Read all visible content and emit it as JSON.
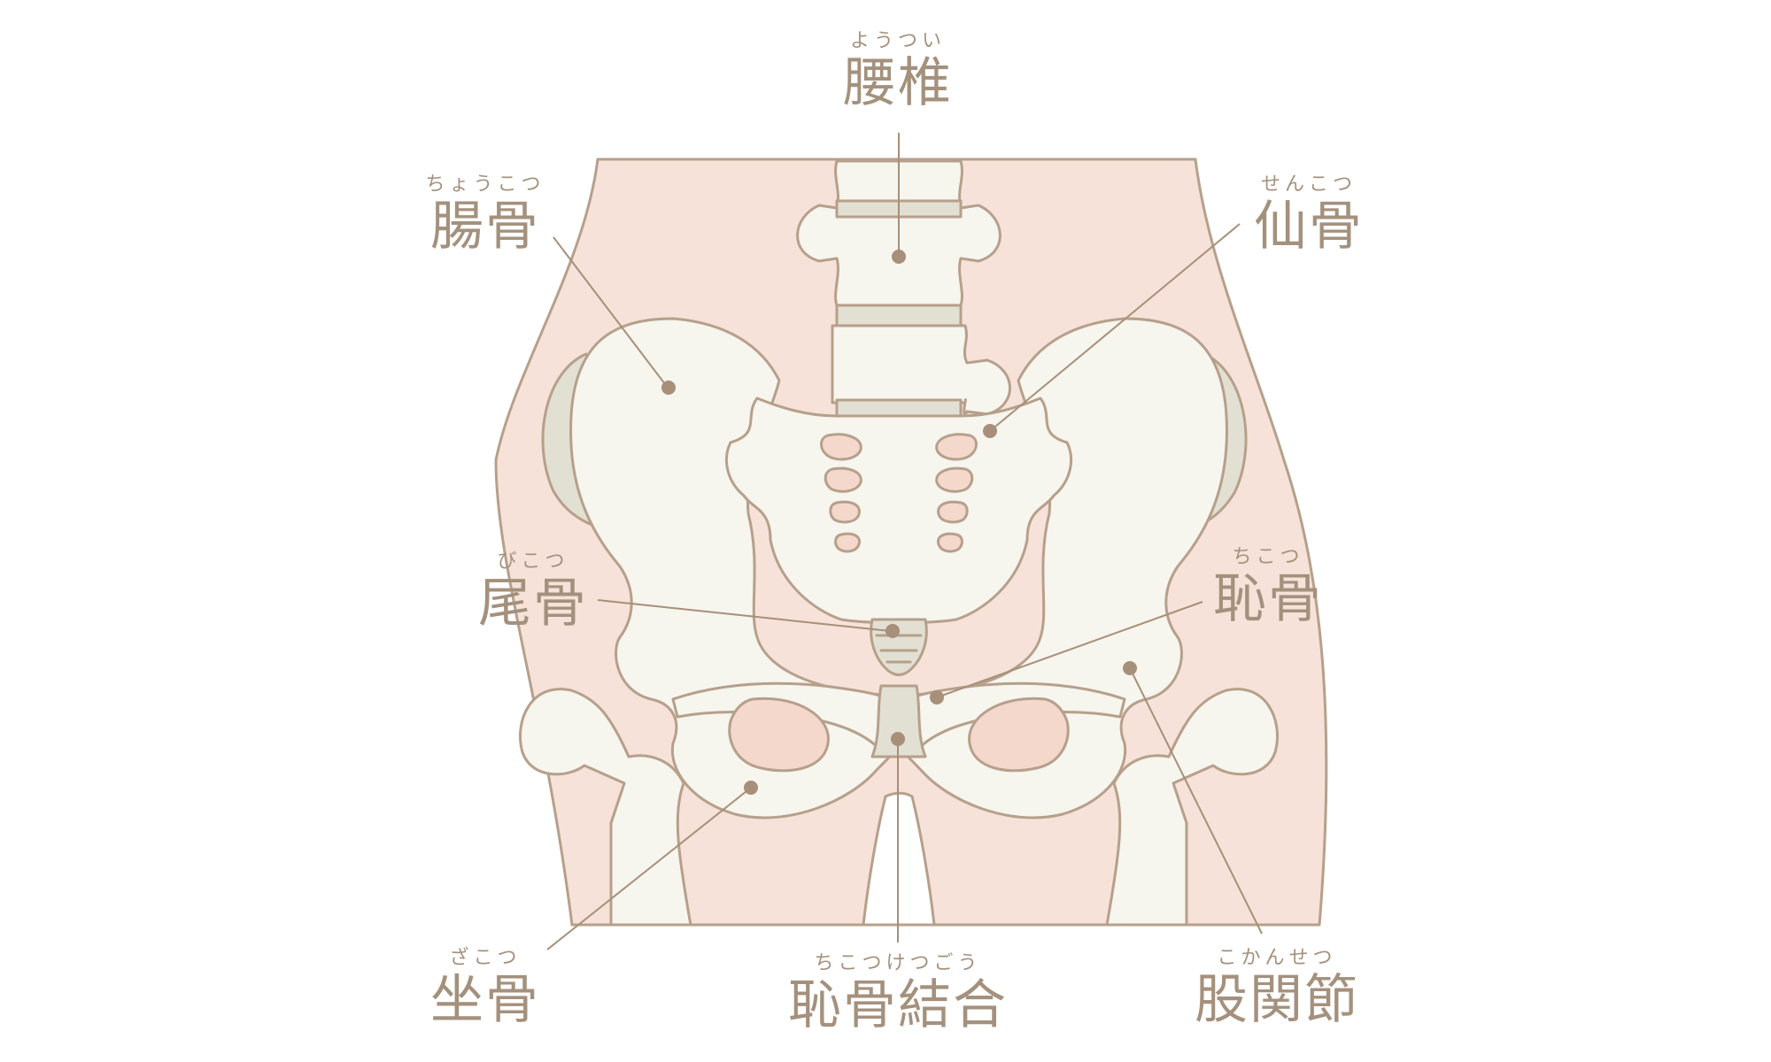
{
  "labels": {
    "lumbar": {
      "ruby": "ようつい",
      "text": "腰椎"
    },
    "ilium": {
      "ruby": "ちょうこつ",
      "text": "腸骨"
    },
    "sacrum": {
      "ruby": "せんこつ",
      "text": "仙骨"
    },
    "coccyx": {
      "ruby": "びこつ",
      "text": "尾骨"
    },
    "pubis": {
      "ruby": "ちこつ",
      "text": "恥骨"
    },
    "ischium": {
      "ruby": "ざこつ",
      "text": "坐骨"
    },
    "symphysis": {
      "ruby": "ちこつけつごう",
      "text": "恥骨結合"
    },
    "hip_joint": {
      "ruby": "こかんせつ",
      "text": "股関節"
    }
  },
  "colors": {
    "skin": "#f7e2d9",
    "bone": "#f6f5ee",
    "cartilage": "#e2e0d2",
    "outline": "#b6a08b",
    "hole": "#f4d8cc",
    "label": "#a4917d",
    "leader": "#a88f79"
  }
}
